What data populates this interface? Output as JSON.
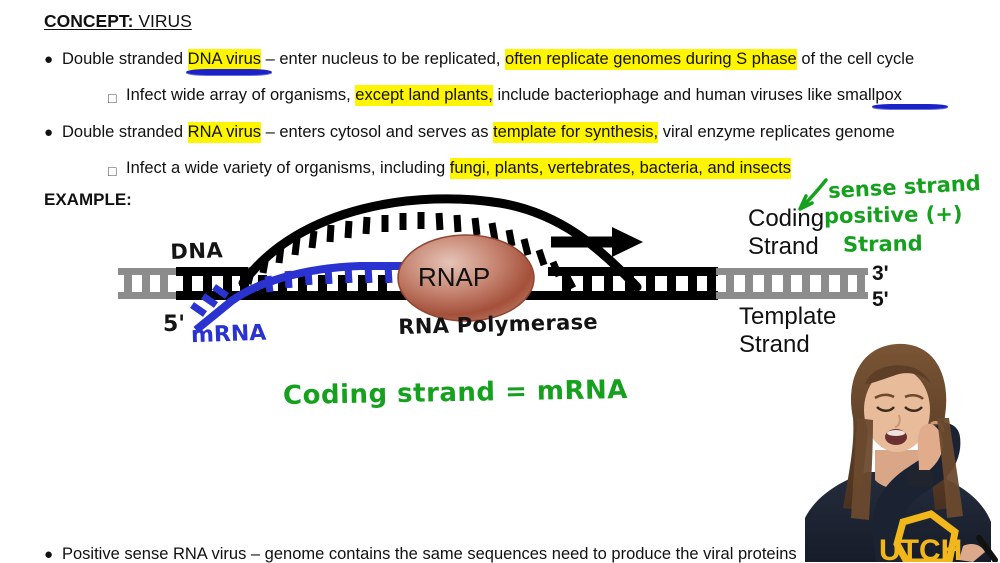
{
  "heading": {
    "lead": "CONCEPT:",
    "rest": " VIRUS"
  },
  "bullets": {
    "b1": {
      "marker": "●",
      "pre": "Double stranded ",
      "hl1": "DNA virus",
      "mid1": " – enter nucleus to be replicated, ",
      "hl2": "often replicate genomes during S phase",
      "post": " of the cell cycle"
    },
    "b1sub": {
      "marker": "□",
      "pre": "Infect wide array of organisms, ",
      "hl1": "except land plants,",
      "mid1": " include bacteriophage and human viruses like ",
      "post": "smallpox"
    },
    "b2": {
      "marker": "●",
      "pre": "Double stranded ",
      "hl1": "RNA virus",
      "mid1": " – enters cytosol and serves as ",
      "hl2": "template for synthesis,",
      "post": " viral enzyme replicates genome"
    },
    "b2sub": {
      "marker": "□",
      "pre": "Infect a wide variety of organisms, including ",
      "hl1": "fungi, plants, vertebrates, bacteria, and insects"
    },
    "b3": {
      "marker": "●",
      "text": "Positive sense RNA virus – genome contains the same sequences need to produce the viral proteins"
    }
  },
  "example_label": "EXAMPLE:",
  "diagram": {
    "coding_strand_line1": "Coding",
    "coding_strand_line2": "Strand",
    "template_strand_line1": "Template",
    "template_strand_line2": "Strand",
    "prime_3": "3'",
    "prime_5": "5'",
    "rnap_label": "RNAP",
    "hand_dna": "DNA",
    "hand_5prime": "5'",
    "hand_mrna": "mRNA",
    "hand_rna_polymerase": "RNA Polymerase",
    "green_sense_strand": "sense strand",
    "green_positive": "positive (+)",
    "green_strand": "Strand",
    "green_equation": "Coding strand = mRNA"
  },
  "colors": {
    "highlight_yellow": "#fff500",
    "marker_blue": "#2a33cf",
    "marker_green": "#15a01e",
    "dna_black": "#000000",
    "dna_gray": "#8c8c8c",
    "rnap_fill": "#b5705e",
    "shirt_navy": "#1b2333",
    "logo_gold": "#f2b71a"
  }
}
